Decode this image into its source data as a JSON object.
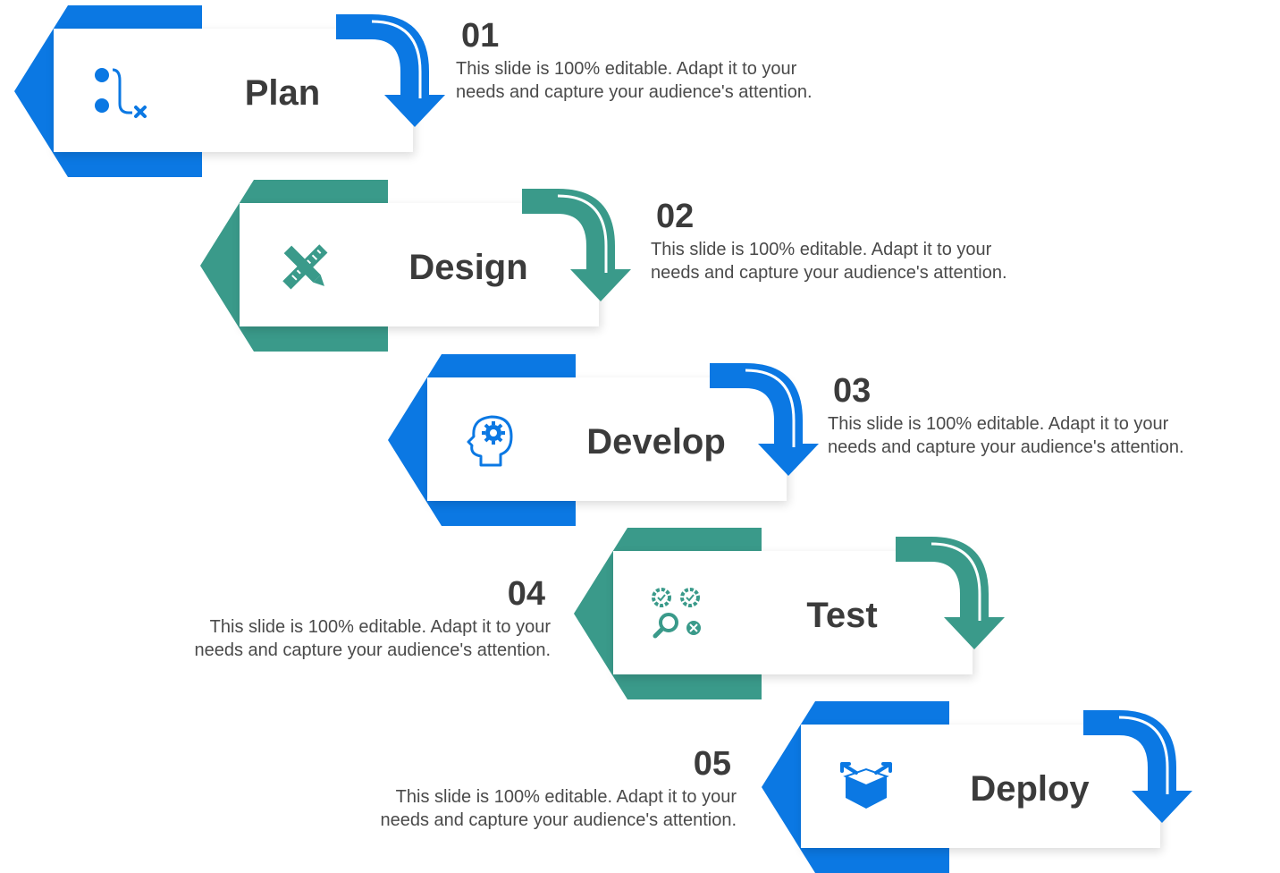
{
  "colors": {
    "blue": "#0b78e3",
    "teal": "#3a9a8a",
    "text": "#3b3b3b"
  },
  "steps": [
    {
      "title": "Plan",
      "number": "01",
      "description": "This slide is 100% editable. Adapt it to your\nneeds and capture your audience's attention.",
      "color": "blue",
      "icon": "route-icon"
    },
    {
      "title": "Design",
      "number": "02",
      "description": "This slide is 100% editable. Adapt it to your\nneeds and capture your audience's attention.",
      "color": "teal",
      "icon": "ruler-pencil-icon"
    },
    {
      "title": "Develop",
      "number": "03",
      "description": "This slide is 100% editable. Adapt it to your\nneeds and capture your audience's attention.",
      "color": "blue",
      "icon": "head-gear-icon"
    },
    {
      "title": "Test",
      "number": "04",
      "description": "This slide is 100% editable. Adapt it to your\nneeds and capture your audience's attention.",
      "color": "teal",
      "icon": "gears-magnifier-icon"
    },
    {
      "title": "Deploy",
      "number": "05",
      "description": "This slide is 100% editable. Adapt it to your\nneeds and capture your audience's attention.",
      "color": "blue",
      "icon": "open-box-icon"
    }
  ]
}
